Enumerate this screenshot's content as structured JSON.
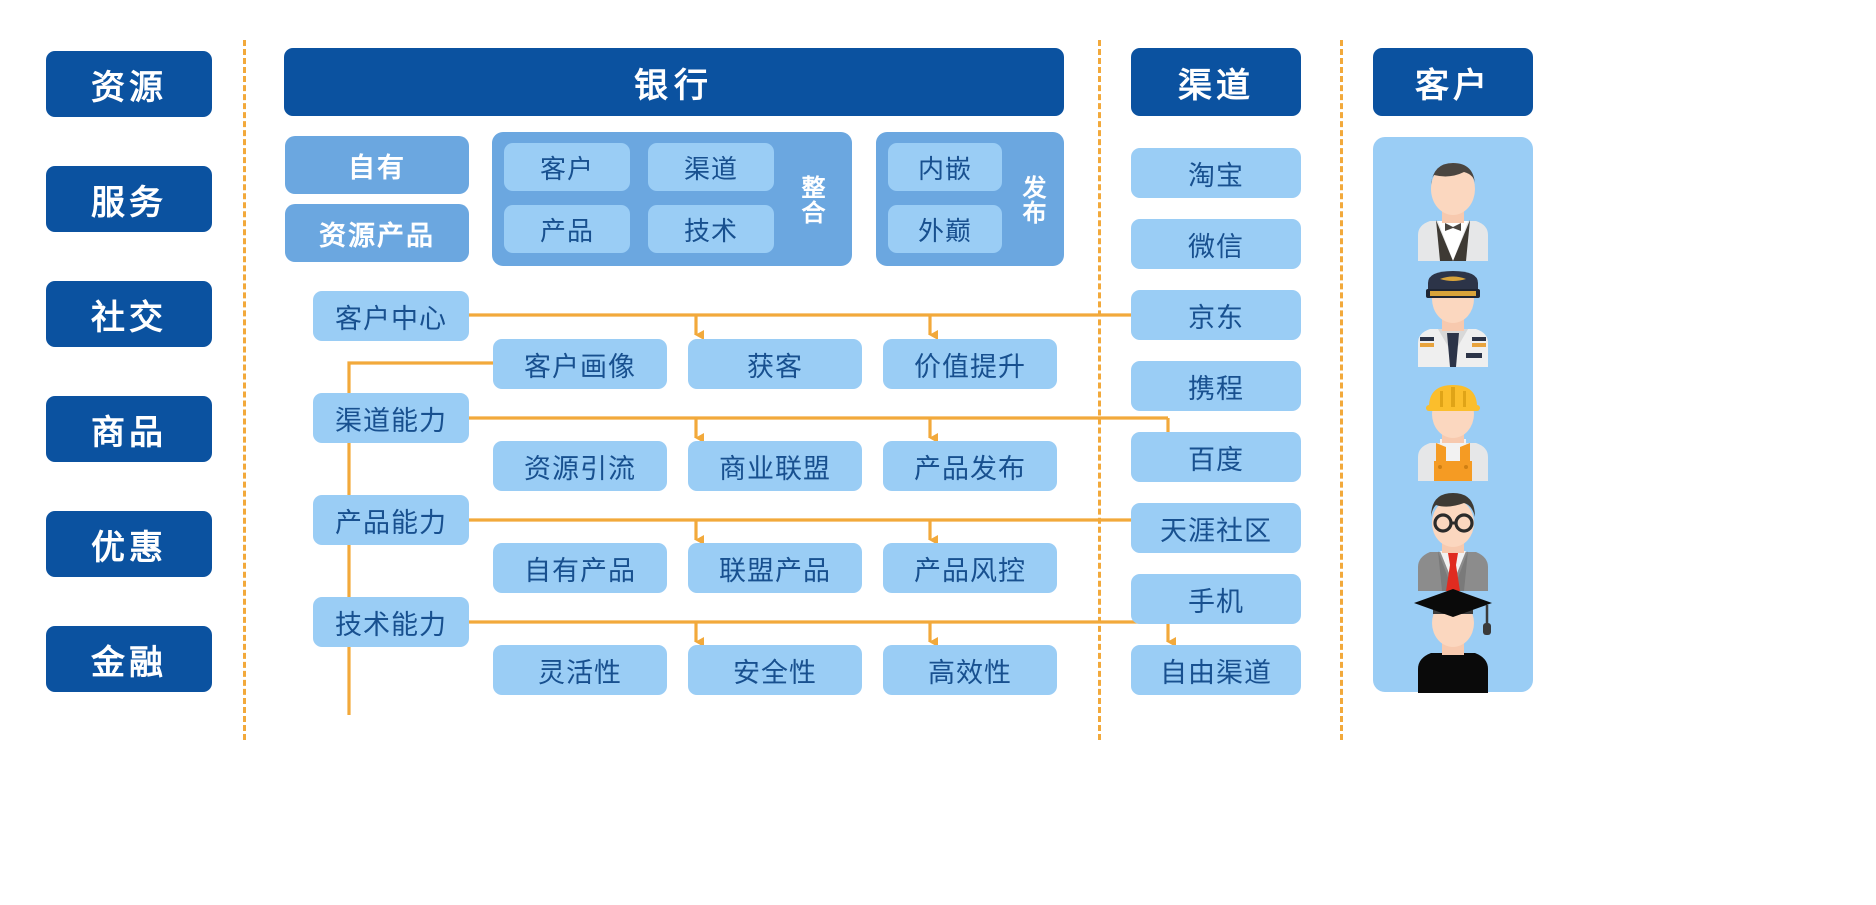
{
  "left_column": {
    "name": "resource-categories",
    "items": [
      {
        "label": "资源"
      },
      {
        "label": "服务"
      },
      {
        "label": "社交"
      },
      {
        "label": "商品"
      },
      {
        "label": "优惠"
      },
      {
        "label": "金融"
      }
    ]
  },
  "bank": {
    "title": "银行",
    "own_group": [
      {
        "label": "自有"
      },
      {
        "label": "资源产品"
      }
    ],
    "integration": {
      "side_label": "整合",
      "items": [
        {
          "label": "客户"
        },
        {
          "label": "渠道"
        },
        {
          "label": "产品"
        },
        {
          "label": "技术"
        }
      ]
    },
    "publish": {
      "side_label": "发布",
      "items": [
        {
          "label": "内嵌"
        },
        {
          "label": "外巅"
        }
      ]
    },
    "capabilities": [
      {
        "driver": "客户中心",
        "outputs": [
          {
            "label": "客户画像"
          },
          {
            "label": "获客"
          },
          {
            "label": "价值提升"
          }
        ]
      },
      {
        "driver": "渠道能力",
        "outputs": [
          {
            "label": "资源引流"
          },
          {
            "label": "商业联盟"
          },
          {
            "label": "产品发布"
          }
        ]
      },
      {
        "driver": "产品能力",
        "outputs": [
          {
            "label": "自有产品"
          },
          {
            "label": "联盟产品"
          },
          {
            "label": "产品风控"
          }
        ]
      },
      {
        "driver": "技术能力",
        "outputs": [
          {
            "label": "灵活性"
          },
          {
            "label": "安全性"
          },
          {
            "label": "高效性"
          }
        ]
      }
    ]
  },
  "channel_column": {
    "title": "渠道",
    "items": [
      {
        "label": "淘宝"
      },
      {
        "label": "微信"
      },
      {
        "label": "京东"
      },
      {
        "label": "携程"
      },
      {
        "label": "百度"
      },
      {
        "label": "天涯社区"
      },
      {
        "label": "手机"
      },
      {
        "label": "自由渠道"
      }
    ]
  },
  "customer_column": {
    "title": "客户",
    "avatars": [
      {
        "name": "waiter-avatar"
      },
      {
        "name": "pilot-avatar"
      },
      {
        "name": "construction-worker-avatar"
      },
      {
        "name": "businessman-avatar"
      },
      {
        "name": "graduate-avatar"
      }
    ]
  },
  "colors": {
    "navy": "#0B52A0",
    "mid_blue": "#6BA7E0",
    "light_blue": "#9ACDF5",
    "text_blue": "#18508F",
    "arrow_orange": "#F2A93B",
    "dash_orange": "#F2A93B",
    "background": "#FFFFFF"
  }
}
